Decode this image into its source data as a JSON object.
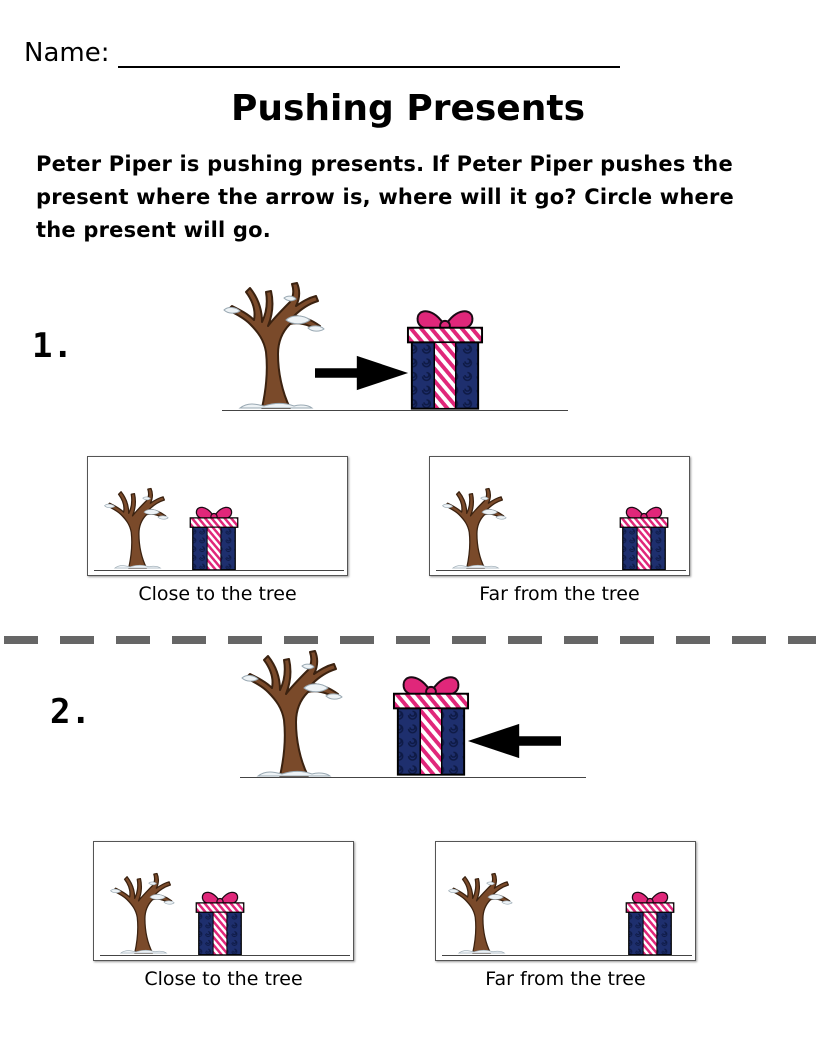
{
  "header": {
    "name_label": "Name:"
  },
  "title": "Pushing Presents",
  "instructions": "Peter Piper is pushing presents.  If Peter Piper pushes the present where the arrow is, where will it go?  Circle where the present will go.",
  "questions": [
    {
      "number": "1.",
      "arrow_direction": "right",
      "choices": [
        {
          "caption": "Close to the tree"
        },
        {
          "caption": "Far from the tree"
        }
      ]
    },
    {
      "number": "2.",
      "arrow_direction": "left",
      "choices": [
        {
          "caption": "Close to the tree"
        },
        {
          "caption": "Far from the tree"
        }
      ]
    }
  ],
  "colors": {
    "tree_trunk": "#7a4a2a",
    "snow": "#eef3f6",
    "present_body": "#1e2f6e",
    "present_swirl": "#0e1a45",
    "ribbon_pink": "#e0277a",
    "ribbon_stripe": "#ffffff",
    "divider": "#666666"
  },
  "icons": [
    "tree-icon",
    "present-icon",
    "arrow-right-icon",
    "arrow-left-icon"
  ]
}
